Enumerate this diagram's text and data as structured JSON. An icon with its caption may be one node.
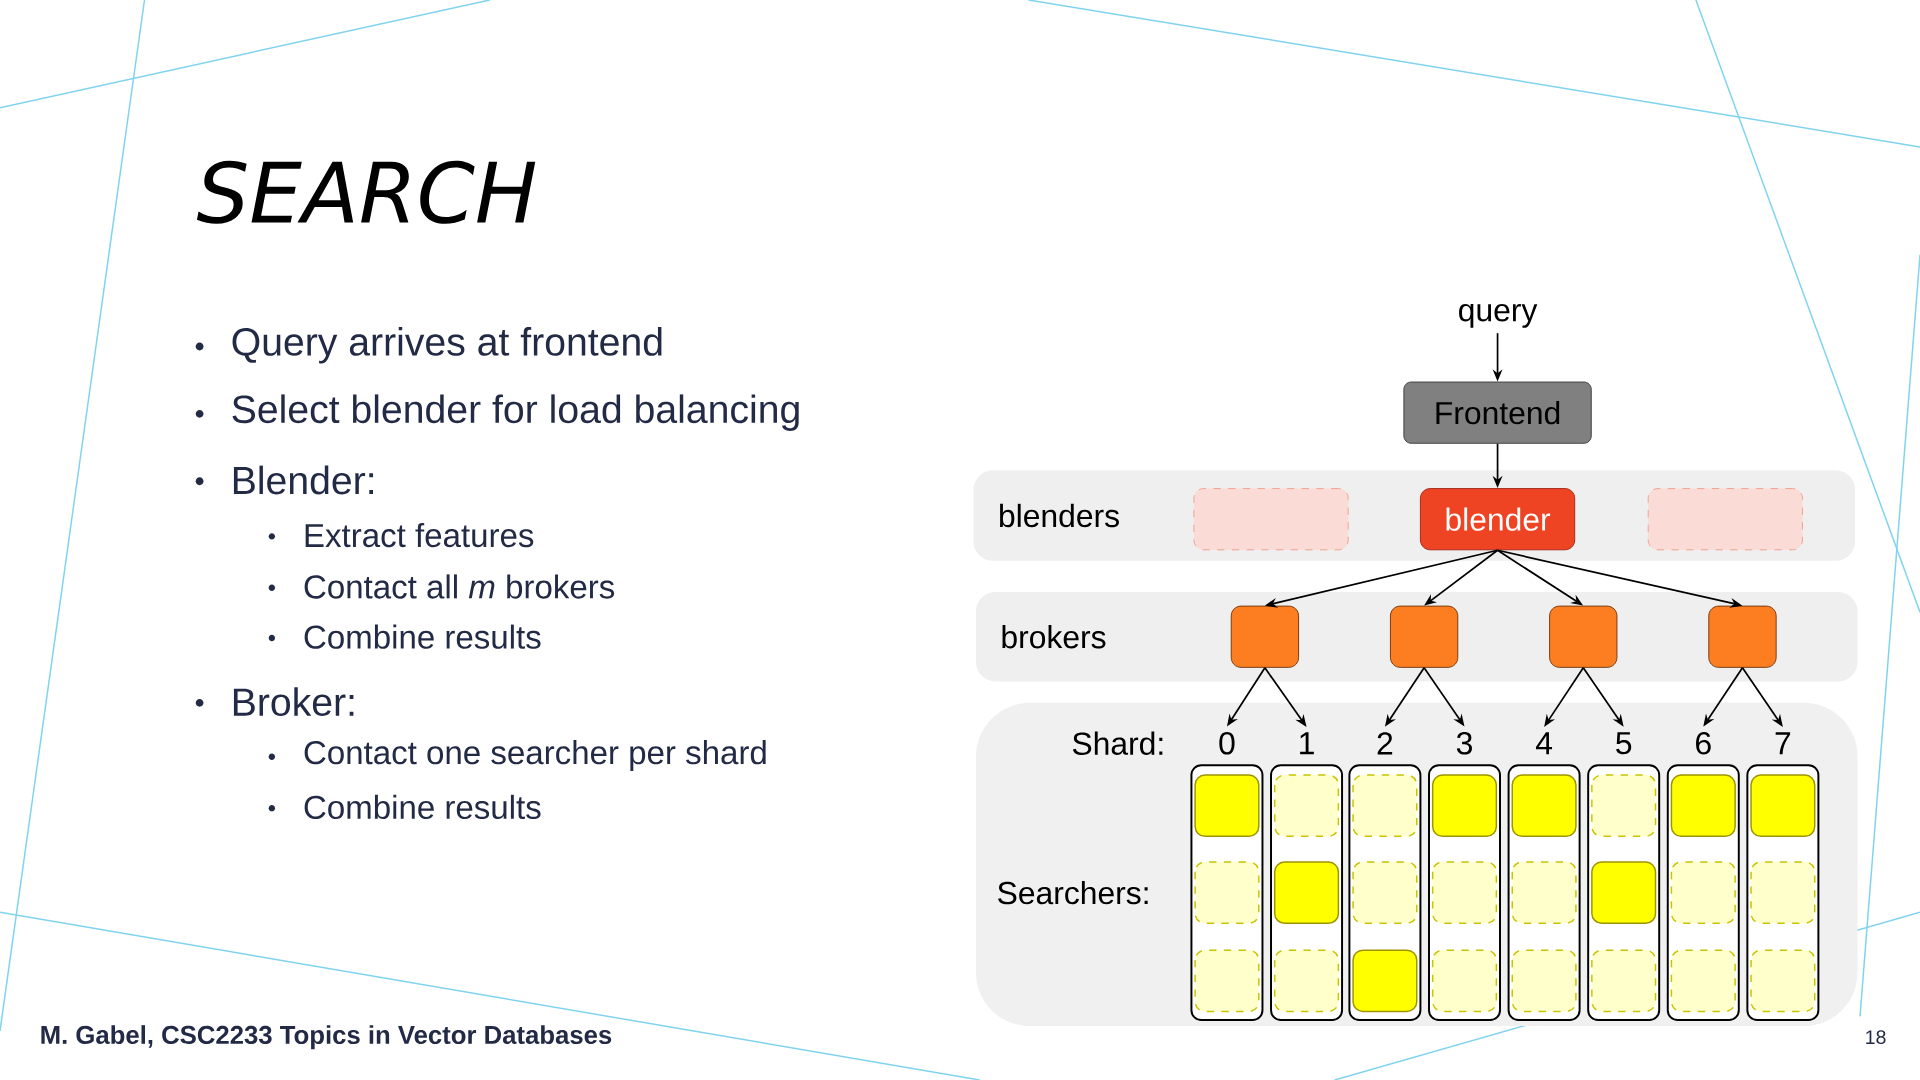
{
  "diagram": {
    "title": "SEARCH",
    "nodes": [
      {
        "text": [
          "query"
        ]
      },
      {
        "text": [
          "Frontend"
        ]
      },
      {
        "text": [
          "blenders"
        ]
      },
      {
        "text": [],
        "shape": "box",
        "in": 2
      },
      {
        "text": [
          "blender"
        ],
        "in": 2
      },
      {
        "text": [],
        "shape": "box",
        "in": 2
      },
      {
        "text": [
          "brokers"
        ]
      },
      {
        "text": [],
        "shape": "box",
        "in": 6
      },
      {
        "text": [],
        "shape": "box",
        "in": 6
      },
      {
        "text": [],
        "shape": "box",
        "in": 6
      },
      {
        "text": [],
        "shape": "box",
        "in": 6
      },
      {
        "text": [
          "Shard:",
          "Searchers:"
        ]
      },
      {
        "text": [
          "0"
        ],
        "in": 11
      },
      {
        "text": [
          "1"
        ],
        "in": 11
      },
      {
        "text": [
          "2"
        ],
        "in": 11
      },
      {
        "text": [
          "3"
        ],
        "in": 11
      },
      {
        "text": [
          "4"
        ],
        "in": 11
      },
      {
        "text": [
          "5"
        ],
        "in": 11
      },
      {
        "text": [
          "6"
        ],
        "in": 11
      },
      {
        "text": [
          "7"
        ],
        "in": 11
      }
    ],
    "edges": [
      {
        "from": 0,
        "to": 1,
        "arrow": "to"
      },
      {
        "from": 1,
        "to": 4,
        "arrow": "to"
      },
      {
        "from": 4,
        "to": 7,
        "arrow": "to"
      },
      {
        "from": 4,
        "to": 8,
        "arrow": "to"
      },
      {
        "from": 4,
        "to": 9,
        "arrow": "to"
      },
      {
        "from": 4,
        "to": 10,
        "arrow": "to"
      },
      {
        "from": 7,
        "to": 12,
        "arrow": "to"
      },
      {
        "from": 7,
        "to": 13,
        "arrow": "to"
      },
      {
        "from": 8,
        "to": 14,
        "arrow": "to"
      },
      {
        "from": 8,
        "to": 15,
        "arrow": "to"
      },
      {
        "from": 9,
        "to": 16,
        "arrow": "to"
      },
      {
        "from": 9,
        "to": 17,
        "arrow": "to"
      },
      {
        "from": 10,
        "to": 18,
        "arrow": "to"
      },
      {
        "from": 10,
        "to": 19,
        "arrow": "to"
      }
    ],
    "labels": [
      "Query arrives at frontend",
      "Select blender for load balancing",
      "Blender:",
      "Extract features",
      "Contact all *m* brokers",
      "Combine results",
      "Broker:",
      "Contact one searcher per shard",
      "Combine results",
      "M. Gabel, CSC2233 Topics in Vector Databases",
      "18"
    ]
  }
}
